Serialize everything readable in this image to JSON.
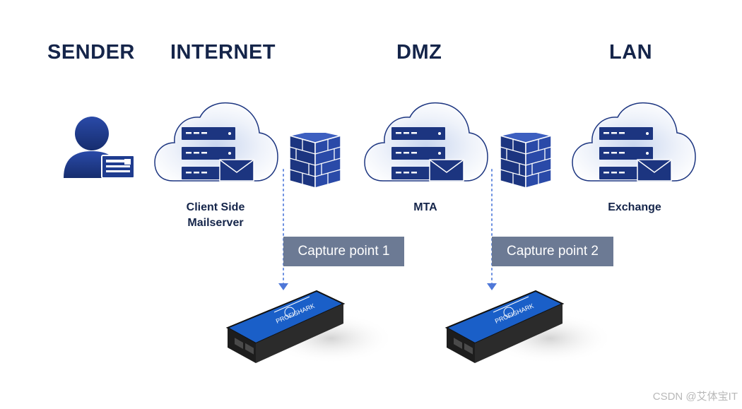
{
  "zones": {
    "sender": "SENDER",
    "internet": "INTERNET",
    "dmz": "DMZ",
    "lan": "LAN"
  },
  "captions": {
    "client_line1": "Client Side",
    "client_line2": "Mailserver",
    "mta": "MTA",
    "exchange": "Exchange"
  },
  "capture_points": {
    "cp1": "Capture point 1",
    "cp2": "Capture point 2"
  },
  "device_label": "PROFISHARK",
  "watermark": "CSDN @艾体宝IT",
  "colors": {
    "navy": "#15254a",
    "server_blue": "#1c3580",
    "capture_box": "#6c7a94",
    "dotted_line": "#6b8fe0"
  }
}
